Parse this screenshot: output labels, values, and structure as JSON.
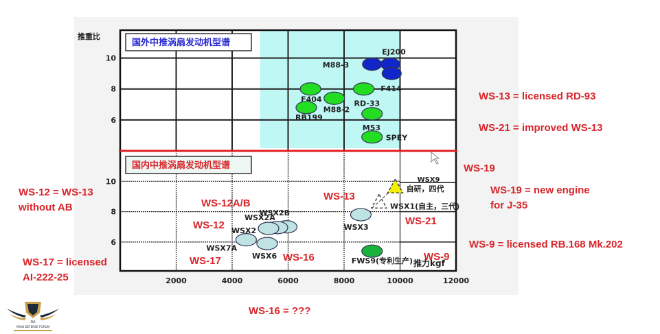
{
  "chart_data": {
    "type": "scatter",
    "xlabel": "推力kgf",
    "ylabel": "推重比",
    "x_ticks": [
      "2000",
      "4000",
      "6000",
      "8000",
      "10000",
      "12000"
    ],
    "xlim": [
      0,
      12000
    ],
    "panels": [
      {
        "title": "国外中推涡扇发动机型谱",
        "y_ticks": [
          "10",
          "8",
          "6"
        ],
        "ylim": [
          4,
          11.8
        ],
        "highlight_x_range": [
          5000,
          10000
        ],
        "points": [
          {
            "name": "M88-3",
            "x": 9000,
            "y": 9.6,
            "color": "#1026c8"
          },
          {
            "name": "EJ200",
            "x": 9650,
            "y": 9.6,
            "color": "#1026c8"
          },
          {
            "name": "F414",
            "x": 9700,
            "y": 9.0,
            "color": "#1026c8"
          },
          {
            "name": "F404",
            "x": 6800,
            "y": 8.0,
            "color": "#22dd22"
          },
          {
            "name": "RB199",
            "x": 6650,
            "y": 6.8,
            "color": "#22dd22"
          },
          {
            "name": "M88-2",
            "x": 7650,
            "y": 7.4,
            "color": "#22dd22"
          },
          {
            "name": "RD-33",
            "x": 8700,
            "y": 8.0,
            "color": "#22dd22"
          },
          {
            "name": "M53",
            "x": 9000,
            "y": 6.4,
            "color": "#22dd22"
          },
          {
            "name": "SPEY",
            "x": 9000,
            "y": 4.9,
            "color": "#22dd22"
          }
        ]
      },
      {
        "title": "国内中推涡扇发动机型谱",
        "y_ticks": [
          "10",
          "8",
          "6"
        ],
        "ylim": [
          4.1,
          12
        ],
        "points": [
          {
            "name": "WSX2B",
            "x": 5950,
            "y": 7.0,
            "color": "#bfe3e3"
          },
          {
            "name": "WSX2A",
            "x": 5620,
            "y": 6.95,
            "color": "#bfe3e3"
          },
          {
            "name": "WSX2",
            "x": 5300,
            "y": 6.9,
            "color": "#bfe3e3"
          },
          {
            "name": "WSX7A",
            "x": 4500,
            "y": 6.15,
            "color": "#bfe3e3"
          },
          {
            "name": "WSX6",
            "x": 5250,
            "y": 5.9,
            "color": "#bfe3e3"
          },
          {
            "name": "WSX3",
            "x": 8600,
            "y": 7.8,
            "color": "#bfe3e3"
          },
          {
            "name": "FWS9(专利生产)",
            "x": 9000,
            "y": 5.4,
            "color": "#19b33c"
          }
        ],
        "triangles": [
          {
            "name": "WSX9",
            "note": "自研，四代",
            "x": 9830,
            "y": 9.6,
            "color": "#f2f200"
          },
          {
            "name": "WSX1(自主，三代)",
            "x": 9250,
            "y": 8.6,
            "color": "none"
          }
        ]
      }
    ]
  },
  "annotations": {
    "ws13_right": "WS-13 = licensed RD-93",
    "ws21_right": "WS-21 = improved WS-13",
    "ws19": "WS-19",
    "ws19_desc_1": "WS-19 = new engine",
    "ws19_desc_2": "for J-35",
    "ws9_desc": "WS-9 = licensed RB.168 Mk.202",
    "ws12_desc_1": "WS-12 = WS-13",
    "ws12_desc_2": "without AB",
    "ws17_desc_1": "WS-17 = licensed",
    "ws17_desc_2": "AI-222-25",
    "ws16_desc": "WS-16 = ???",
    "in_ws12ab": "WS-12A/B",
    "in_ws12": "WS-12",
    "in_ws17": "WS-17",
    "in_ws16": "WS-16",
    "in_ws13": "WS-13",
    "in_ws21": "WS-21",
    "in_ws9": "WS-9"
  },
  "logo": {
    "text": "ARAB DEFENSE FORUM",
    "initials": "DA"
  }
}
